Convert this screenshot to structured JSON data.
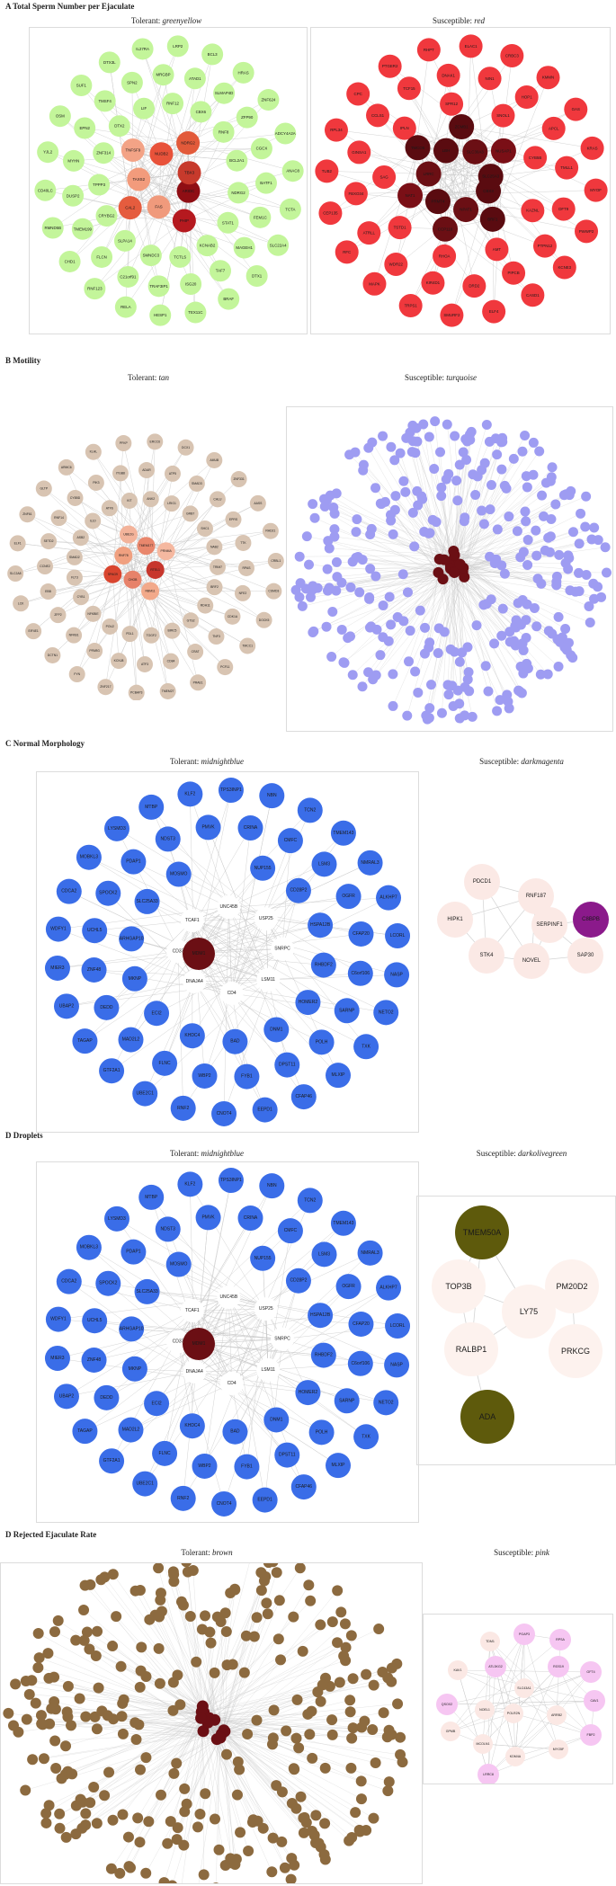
{
  "colors": {
    "greenyellow": "#c3f59a",
    "red": "#f0383d",
    "tan": "#d8c4b2",
    "turquoise": "#9e9cf2",
    "midnightblue": "#3a6de8",
    "darkmagenta_soft": "#fbe9e5",
    "darkmagenta": "#8b1a8b",
    "olive": "#5e5a0c",
    "brown": "#8c6a3f",
    "pink": "#f6c6f2",
    "pink_soft": "#fbe8e4",
    "hub": "#6b0f14",
    "edge": "#c8c8c8"
  },
  "sections": [
    {
      "id": "A",
      "title": "A Total Sperm Number per Ejaculate",
      "tolerant_label": "Tolerant:",
      "tolerant_module": "greenyellow",
      "susceptible_label": "Susceptible:",
      "susceptible_module": "red",
      "tolerant_nodes": [
        "LRP2",
        "BCL3",
        "HRAS",
        "ZNF624",
        "ADCY4A2A",
        "ANAC8",
        "TCTA",
        "SLC22A4",
        "DTX1",
        "BRAF",
        "TEX11C",
        "HESP1",
        "RELA",
        "RNF123",
        "CHD1",
        "RMND5B",
        "CD40LC",
        "YJL2",
        "OSM",
        "SUF1",
        "DTX3L",
        "IL27RA",
        "ATAD1",
        "SLMAP4D",
        "ZFP90",
        "CGCX",
        "BATF1",
        "FEM1C",
        "MAGEH1",
        "TAF7",
        "ISG20",
        "TRAF3IP1",
        "C21orf91",
        "FLCN",
        "TMEM199",
        "DUSP2",
        "MYHN",
        "EPN2",
        "TMSF4",
        "SPN2",
        "MRGBP",
        "CBX6",
        "RNF8",
        "BCL2A1",
        "NDRG2",
        "STAT1",
        "KCNAB2",
        "TCTLS",
        "SMNDC3",
        "SLPA14",
        "CRYBG2",
        "TPPP3",
        "ZNF314",
        "DTX2",
        "LIF",
        "RNF12"
      ],
      "tolerant_hubs": [
        [
          "ARIDC",
          "#8f0e14"
        ],
        [
          "PHIP",
          "#b5191f"
        ],
        [
          "FAS",
          "#f09a7c"
        ],
        [
          "CAL2",
          "#e55c3e"
        ],
        [
          "TAXS2",
          "#f29b7c"
        ],
        [
          "TNFSF9",
          "#f3a386"
        ],
        [
          "NUDB2",
          "#e8523a"
        ],
        [
          "NDRG2",
          "#e25a3a"
        ],
        [
          "TBX3",
          "#c73a2c"
        ]
      ],
      "susceptible_nodes": [
        "ELAC1",
        "CRBC3",
        "KMMN",
        "GAS",
        "KRAS",
        "MYOF",
        "PWWP2",
        "KCNE3",
        "CASD1",
        "ELF4",
        "SMURF2",
        "TRPS1",
        "MAPK",
        "RFC",
        "CEP135",
        "TUB2",
        "RPL34",
        "CPC",
        "PTGER2",
        "RHPT",
        "NIN1",
        "HOP1",
        "APCL",
        "TMLL1",
        "DFT9",
        "PTPN12",
        "PIPCB",
        "DRD2",
        "KIR4D1",
        "WDR22",
        "ATRLL",
        "FBXO34",
        "GINSA1",
        "CCLS1",
        "TCF15",
        "DNAK1",
        "SNOL1",
        "CYB5B",
        "KAZNL",
        "AMT",
        "RHOA",
        "TSTD1",
        "SAG",
        "IPLN",
        "SPR12"
      ],
      "susceptible_hubs": [
        [
          "CBX3",
          "#5a0b10"
        ],
        [
          "BRF1",
          "#5a0b10"
        ],
        [
          "NPAT1",
          "#6b0f14"
        ],
        [
          "CCP110",
          "#6b0f14"
        ],
        [
          "PRMT4",
          "#5a0b10"
        ],
        [
          "NAT1",
          "#7a0f16"
        ],
        [
          "LRRC",
          "#6b0f14"
        ],
        [
          "TMCO5",
          "#5a0b10"
        ],
        [
          "LBH",
          "#5a0b10"
        ],
        [
          "ZCMB1",
          "#5a0b10"
        ],
        [
          "SLC30A3",
          "#6b0f14"
        ],
        [
          "NUSAP1",
          "#7a0f16"
        ],
        [
          "SLC25A3",
          "#5a0b10"
        ]
      ]
    },
    {
      "id": "B",
      "title": "B Motility",
      "tolerant_label": "Tolerant:",
      "tolerant_module": "tan",
      "susceptible_label": "Susceptible:",
      "susceptible_module": "turquoise",
      "tolerant_nodes": [
        "ERCC6",
        "DCX1",
        "AMUB",
        "ZNF331",
        "AASS",
        "RAD21",
        "CRBL1",
        "CSMD3",
        "DOCK5",
        "TMCC1",
        "PCF11",
        "PRAE1",
        "TMEM27",
        "PCBAP3",
        "ZNF217",
        "FYN",
        "DCTN1",
        "EIF4E1",
        "LCK",
        "SLC2A8",
        "ELF1",
        "ZNF61",
        "GLTP",
        "ARMC6",
        "KLHL",
        "PFKP",
        "ATP5",
        "SMAD3",
        "CALU",
        "EPRS",
        "TTK",
        "RPAS",
        "NFE2",
        "CDK1A",
        "TNF3",
        "CRAT",
        "CD84",
        "ATF3",
        "KCNJ8",
        "PPARG",
        "NFKB1",
        "ZFP2",
        "EBB",
        "CCNE2",
        "SETD2",
        "RNF14",
        "CYB5D",
        "PIK3",
        "ITGB8",
        "ADAR",
        "LRIG1",
        "GRB7",
        "SHC1",
        "NAB2",
        "TRIM7",
        "BRF2",
        "RDH11",
        "GTS2",
        "BIRC5",
        "TOGF2",
        "PDL1",
        "POU2",
        "NFKBIE",
        "CYB1",
        "FLT3",
        "SMAD2",
        "ASB2",
        "IL10",
        "ATF6",
        "KIT",
        "ANK2"
      ],
      "tolerant_hubs": [
        [
          "RTEL1",
          "#c7362c"
        ],
        [
          "RBM11",
          "#f2a98a"
        ],
        [
          "CHOB",
          "#e7826a"
        ],
        [
          "SPAG9",
          "#d9452f"
        ],
        [
          "RNF78",
          "#f0a080"
        ],
        [
          "UBE2G",
          "#f3b39a"
        ],
        [
          "TMEM177",
          "#e9876d"
        ],
        [
          "PRNMA",
          "#f5b8a0"
        ]
      ],
      "susceptible_count": 320,
      "susceptible_core": 16
    },
    {
      "id": "C",
      "title": "C Normal Morphology",
      "tolerant_label": "Tolerant:",
      "tolerant_module": "midnightblue",
      "susceptible_label": "Susceptible:",
      "susceptible_module": "darkmagenta",
      "tolerant_nodes": [
        "TPS3INP1",
        "NBN",
        "TCN2",
        "TMEM143",
        "NMRAL3",
        "ALKHP7",
        "LCORL",
        "NASP",
        "NETO2",
        "TXK",
        "MLXIP",
        "CFAP46",
        "EEPD1",
        "CNOT4",
        "RNF2",
        "UBE2C1",
        "GTF2A1",
        "TAGAP",
        "UBAP2",
        "MIER3",
        "WDFY1",
        "CDCA2",
        "MOBKL3",
        "LYSMD3",
        "MTBP",
        "KLF2",
        "CRINA",
        "CMFC",
        "LSM3",
        "OGFR",
        "CFAP20",
        "C6orf106",
        "SARNP",
        "POLH",
        "DPST11",
        "FYB1",
        "WBP2",
        "FLNC",
        "MAD2L2",
        "DEDD",
        "ZNF48",
        "UCHL5",
        "SPOCK2",
        "PDAP1",
        "NDST3",
        "PMVK",
        "NUP155",
        "CD28P2",
        "HSPA12B",
        "RHBDF2",
        "HOMER2",
        "DNM1",
        "BAD",
        "KHDC4",
        "ECI2",
        "MKNP",
        "ARHGAP10",
        "SLC25A33",
        "MOSMO"
      ],
      "tolerant_inner": [
        "UNC45B",
        "USP25",
        "SNRPC",
        "LSM11",
        "CD4",
        "DNAJA4",
        "CD37",
        "TCAF1"
      ],
      "tolerant_hub": "MDM1",
      "susceptible_nodes": [
        "PDCD1",
        "HIPK1",
        "RNF187",
        "SERPINF1",
        "STK4",
        "NOVEL",
        "SAP30"
      ],
      "susceptible_hub": "C8BPB"
    },
    {
      "id": "D1",
      "title": "D Droplets",
      "tolerant_label": "Tolerant:",
      "tolerant_module": "midnightblue",
      "susceptible_label": "Susceptible:",
      "susceptible_module": "darkolivegreen",
      "susceptible_nodes": [
        "TMEM50A",
        "TOP3B",
        "PM20D2",
        "LY75",
        "RALBP1",
        "PRKCG",
        "ADA"
      ]
    },
    {
      "id": "D2",
      "title": "D Rejected Ejaculate Rate",
      "tolerant_label": "Tolerant:",
      "tolerant_module": "brown",
      "susceptible_label": "Susceptible:",
      "susceptible_module": "pink",
      "tolerant_count": 300,
      "tolerant_core": 14,
      "susceptible_nodes": [
        "TDM1",
        "PGAP3",
        "RPSA",
        "KAV1",
        "ATL3KG2",
        "RGS19",
        "GFT4",
        "QSOX2",
        "SLC43A1",
        "CAV1",
        "NOEL1",
        "POLR2N",
        "ARRB2",
        "FBP2",
        "GPMB",
        "MCOLN1",
        "KDM4A",
        "MYO5F",
        "LRRC8"
      ]
    }
  ]
}
